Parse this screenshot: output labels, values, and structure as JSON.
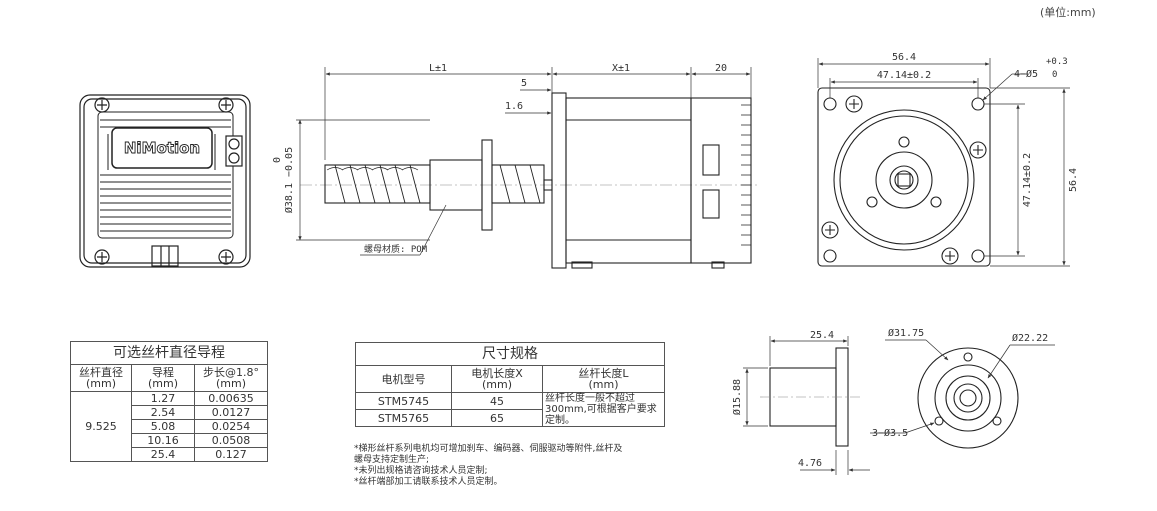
{
  "unit_label": "(单位:mm)",
  "brand_label": "NiMotion",
  "side_view": {
    "dim_L": "L±1",
    "dim_X": "X±1",
    "dim_20": "20",
    "dim_5": "5",
    "dim_1_6": "1.6",
    "dim_dia38": "Ø38.1 −0.05",
    "dim_dia38_upper": "0",
    "nut_material": "螺母材质: POM"
  },
  "front_view": {
    "dim_56_4_top": "56.4",
    "dim_47_14_top": "47.14±0.2",
    "dim_56_4_side": "56.4",
    "dim_47_14_side": "47.14±0.2",
    "hole_label": "4−Ø5",
    "hole_tol_upper": "+0.3",
    "hole_tol_lower": "0"
  },
  "nut_view": {
    "dim_25_4": "25.4",
    "dim_dia15_88": "Ø15.88",
    "dim_4_76": "4.76",
    "dim_dia31_75": "Ø31.75",
    "dim_dia22_22": "Ø22.22",
    "dim_holes": "3−Ø3.5"
  },
  "lead_table": {
    "title": "可选丝杆直径导程",
    "headers": [
      "丝杆直径\n(mm)",
      "导程\n(mm)",
      "步长@1.8°\n(mm)"
    ],
    "diameter": "9.525",
    "rows": [
      {
        "lead": "1.27",
        "step": "0.00635"
      },
      {
        "lead": "2.54",
        "step": "0.0127"
      },
      {
        "lead": "5.08",
        "step": "0.0254"
      },
      {
        "lead": "10.16",
        "step": "0.0508"
      },
      {
        "lead": "25.4",
        "step": "0.127"
      }
    ]
  },
  "size_table": {
    "title": "尺寸规格",
    "headers": [
      "电机型号",
      "电机长度X\n(mm)",
      "丝杆长度L\n(mm)"
    ],
    "rows": [
      {
        "model": "STM5745",
        "length": "45"
      },
      {
        "model": "STM5765",
        "length": "65"
      }
    ],
    "screw_length_note": "丝杆长度一般不超过300mm,可根据客户要求定制。"
  },
  "notes": [
    "*梯形丝杆系列电机均可增加刹车、编码器、伺服驱动等附件,丝杆及",
    "螺母支持定制生产;",
    "*未列出规格请咨询技术人员定制;",
    "*丝杆端部加工请联系技术人员定制。"
  ]
}
